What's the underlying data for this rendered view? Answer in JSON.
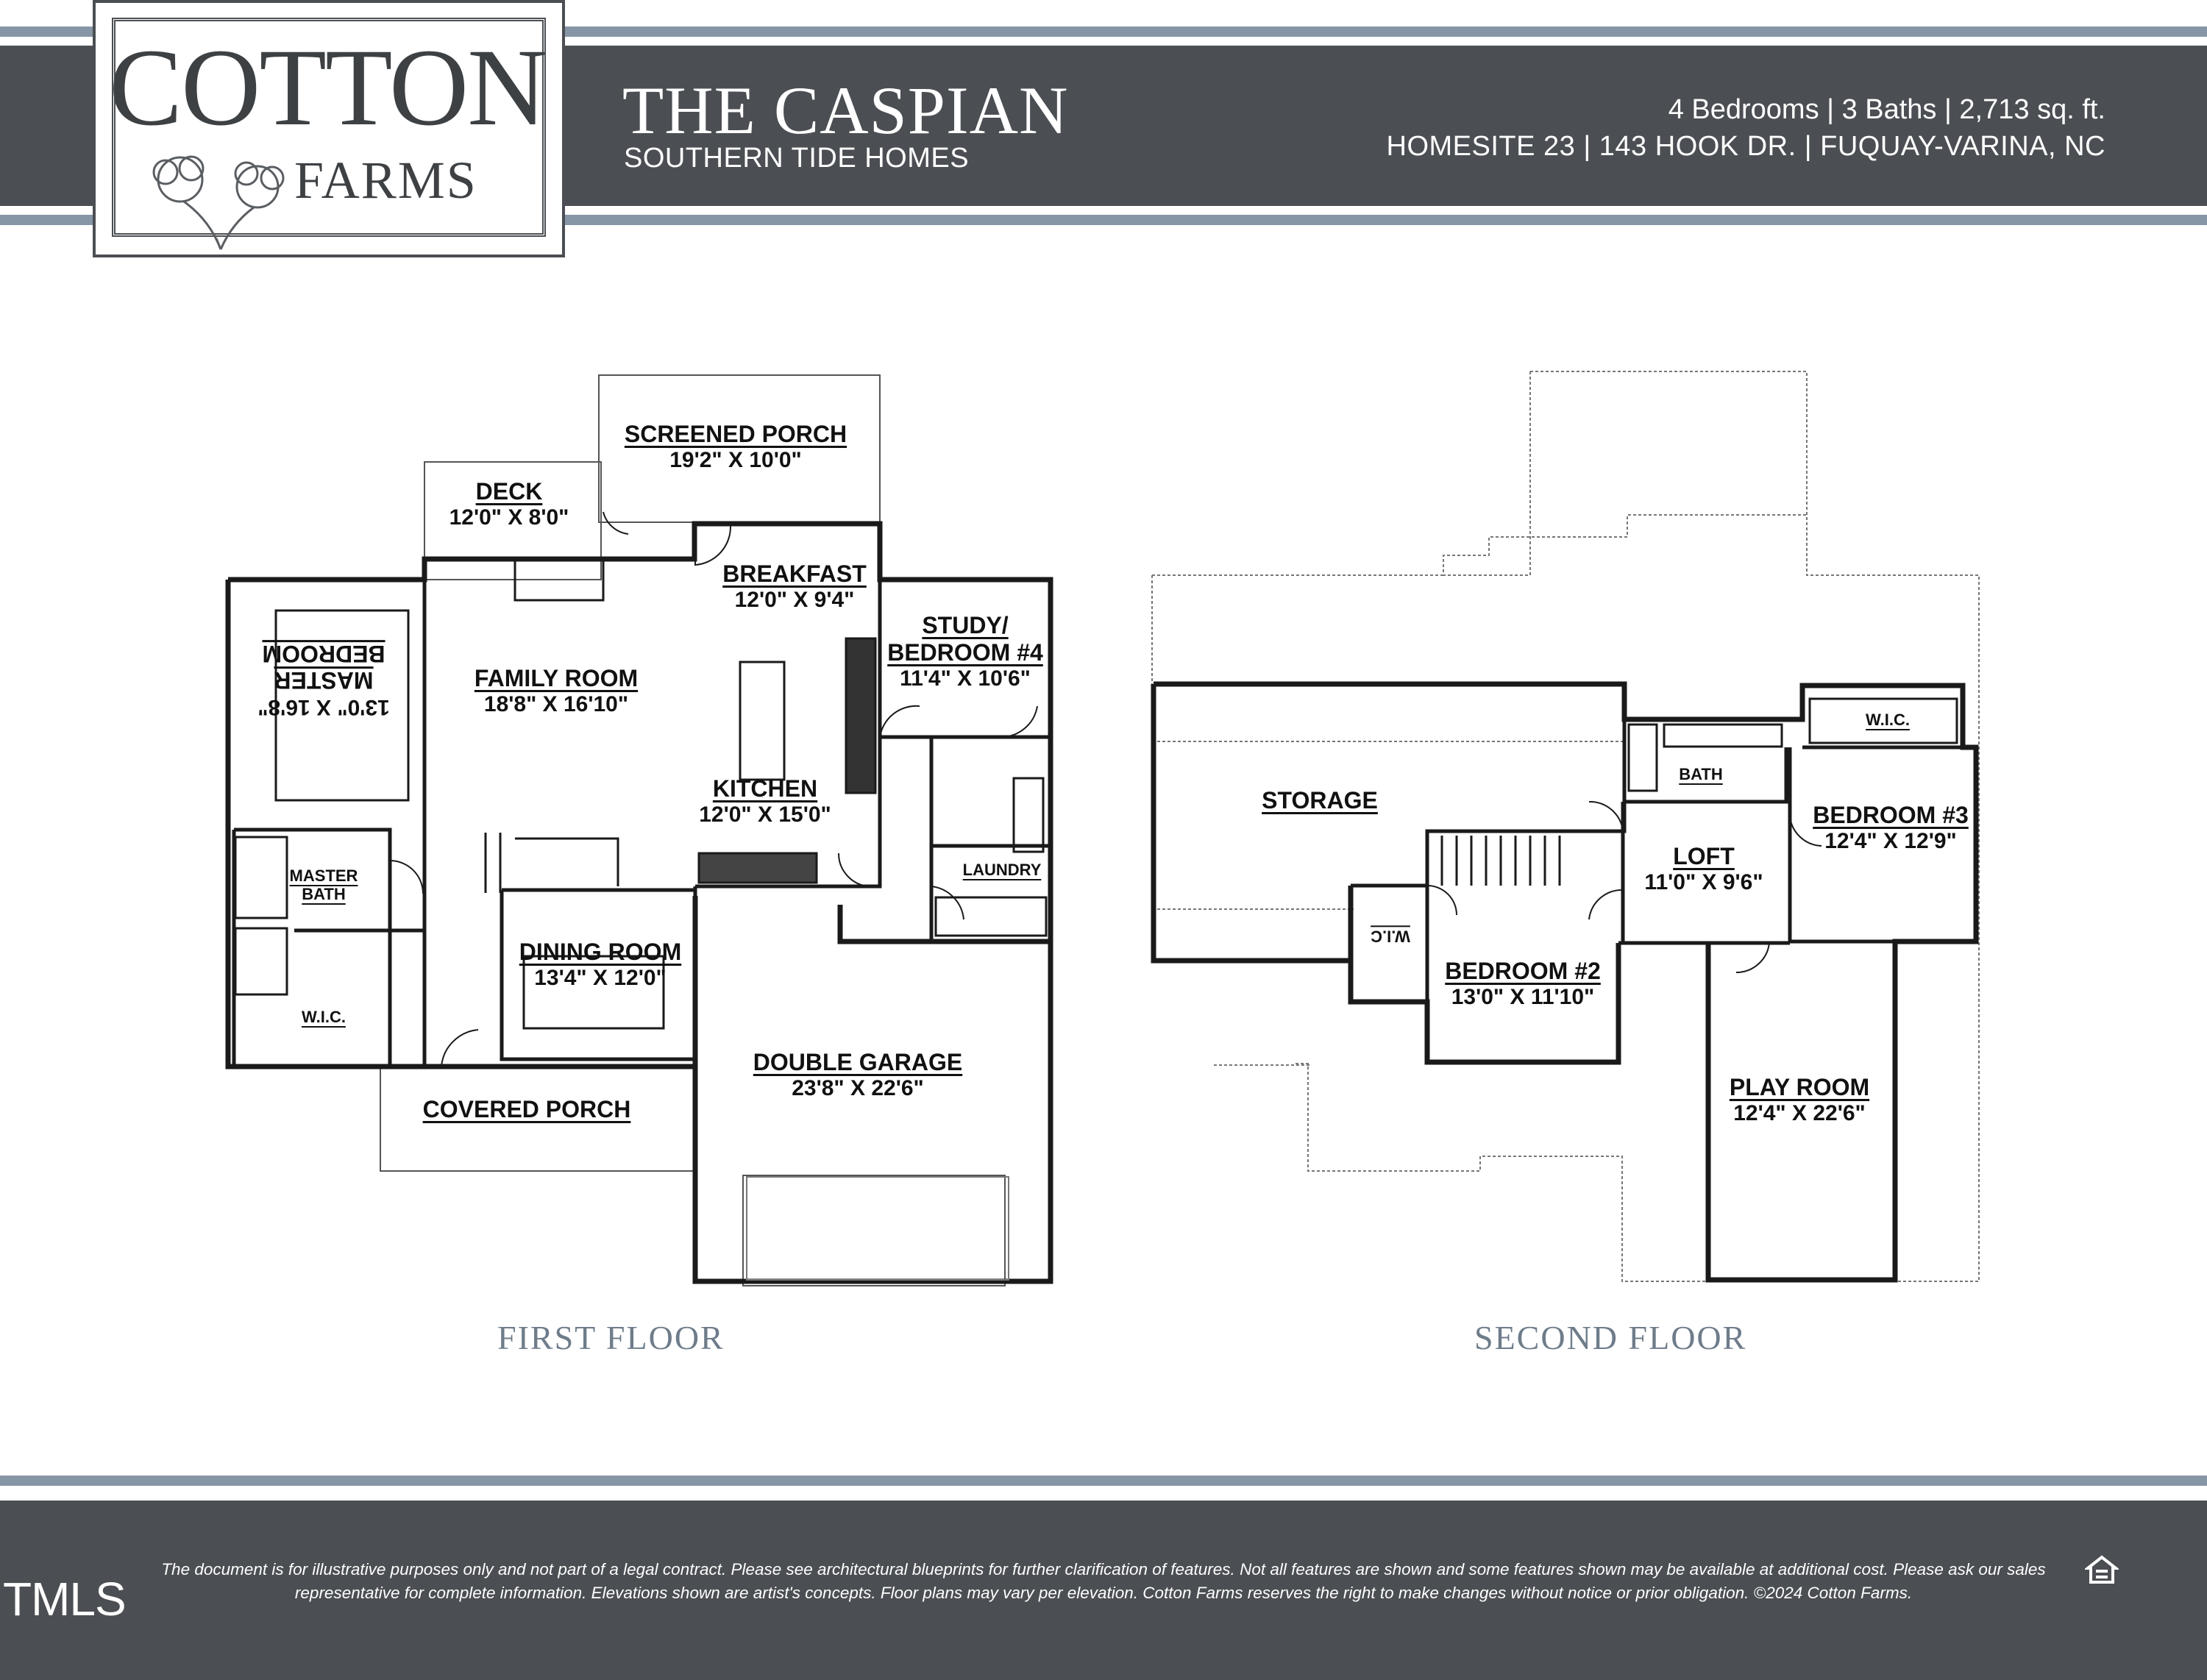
{
  "header": {
    "logo": {
      "line1": "COTTON",
      "line2": "FARMS"
    },
    "plan_name": "THE CASPIAN",
    "builder": "SOUTHERN TIDE HOMES",
    "specs": "4 Bedrooms | 3 Baths | 2,713 sq. ft.",
    "address": "HOMESITE 23  |  143 HOOK DR.  |  FUQUAY-VARINA, NC"
  },
  "first_floor": {
    "label": "FIRST FLOOR",
    "rooms": [
      {
        "name": "SCREENED PORCH",
        "dims": "19'2\" X 10'0\""
      },
      {
        "name": "DECK",
        "dims": "12'0\" X 8'0\""
      },
      {
        "name": "BREAKFAST",
        "dims": "12'0\" X 9'4\""
      },
      {
        "name": "STUDY/\nBEDROOM #4",
        "dims": "11'4\" X 10'6\""
      },
      {
        "name": "MASTER\nBEDROOM",
        "dims": "13'0\" X 16'8\""
      },
      {
        "name": "FAMILY ROOM",
        "dims": "18'8\" X 16'10\""
      },
      {
        "name": "KITCHEN",
        "dims": "12'0\" X 15'0\""
      },
      {
        "name": "MASTER\nBATH",
        "dims": ""
      },
      {
        "name": "LAUNDRY",
        "dims": ""
      },
      {
        "name": "DINING ROOM",
        "dims": "13'4\" X 12'0\""
      },
      {
        "name": "W.I.C.",
        "dims": ""
      },
      {
        "name": "DOUBLE GARAGE",
        "dims": "23'8\" X 22'6\""
      },
      {
        "name": "COVERED PORCH",
        "dims": ""
      }
    ]
  },
  "second_floor": {
    "label": "SECOND FLOOR",
    "rooms": [
      {
        "name": "W.I.C.",
        "dims": ""
      },
      {
        "name": "STORAGE",
        "dims": ""
      },
      {
        "name": "BATH",
        "dims": ""
      },
      {
        "name": "BEDROOM #3",
        "dims": "12'4\" X 12'9\""
      },
      {
        "name": "LOFT",
        "dims": "11'0\" X 9'6\""
      },
      {
        "name": "W.I.C",
        "dims": ""
      },
      {
        "name": "BEDROOM #2",
        "dims": "13'0\" X 11'10\""
      },
      {
        "name": "PLAY ROOM",
        "dims": "12'4\" X 22'6\""
      }
    ]
  },
  "footer": {
    "disclaimer": "The document is for illustrative purposes only and not part of a legal contract. Please see architectural blueprints for further clarification of features. Not all features are shown and some features shown may be available at additional cost. Please ask our sales representative for complete information. Elevations shown are artist's concepts. Floor plans may vary per elevation. Cotton Farms reserves the right to make changes without notice or prior obligation. ©2024 Cotton Farms.",
    "watermark": "TMLS",
    "equal_housing_icon": "equal-housing-icon"
  },
  "colors": {
    "band": "#4b4f53",
    "stripe": "#8796a6",
    "wall": "#1a1a1a",
    "floor_label": "#6e7c8a"
  }
}
